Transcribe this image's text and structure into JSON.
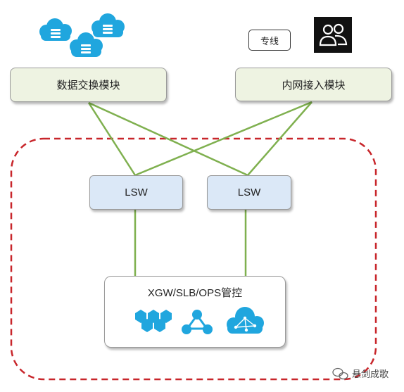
{
  "modules": {
    "data_exchange": "数据交换模块",
    "intranet_access": "内网接入模块"
  },
  "dedicated_line_tag": "专线",
  "switches": [
    "LSW",
    "LSW"
  ],
  "control_box": {
    "title": "XGW/SLB/OPS管控",
    "icons": [
      "hexagon-cluster-icon",
      "network-nodes-icon",
      "cloud-network-icon"
    ]
  },
  "watermark": "悬剑成歌",
  "colors": {
    "link_green": "#7fb04f",
    "dashed_red": "#c8262b",
    "icon_blue": "#20a6de",
    "user_icon_bg": "#111111"
  }
}
